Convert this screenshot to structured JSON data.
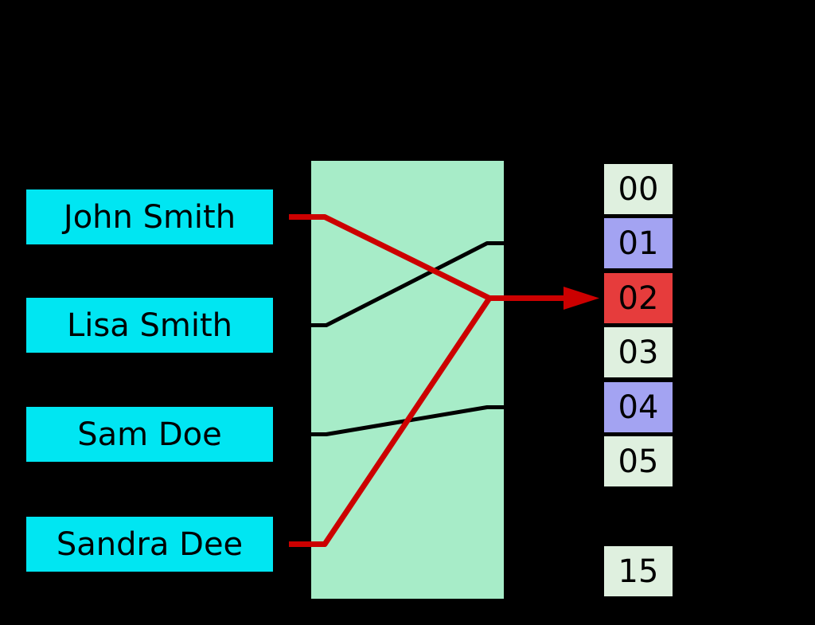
{
  "diagram": {
    "description": "Hash function mapping names (keys) through a hash function into numbered buckets; John Smith and Sandra Dee collide on bucket 02",
    "keys": [
      {
        "label": "John Smith"
      },
      {
        "label": "Lisa Smith"
      },
      {
        "label": "Sam Doe"
      },
      {
        "label": "Sandra Dee"
      }
    ],
    "buckets": [
      {
        "label": "00",
        "variant": "default"
      },
      {
        "label": "01",
        "variant": "purple"
      },
      {
        "label": "02",
        "variant": "red"
      },
      {
        "label": "03",
        "variant": "default"
      },
      {
        "label": "04",
        "variant": "purple"
      },
      {
        "label": "05",
        "variant": "default"
      },
      {
        "label": "15",
        "variant": "default"
      }
    ],
    "connections": [
      {
        "from": "John Smith",
        "to": "02",
        "color": "red"
      },
      {
        "from": "Lisa Smith",
        "to": "01",
        "color": "black"
      },
      {
        "from": "Sam Doe",
        "to": "04",
        "color": "black"
      },
      {
        "from": "Sandra Dee",
        "to": "02",
        "color": "red"
      }
    ],
    "colors": {
      "background": "#000000",
      "key_box": "#00E6F2",
      "function_box": "#A7ECC8",
      "bucket_default": "#DFF0DF",
      "bucket_purple": "#A3A3F2",
      "bucket_red": "#E63C3C",
      "line_black": "#000000",
      "line_red": "#CC0000"
    }
  }
}
